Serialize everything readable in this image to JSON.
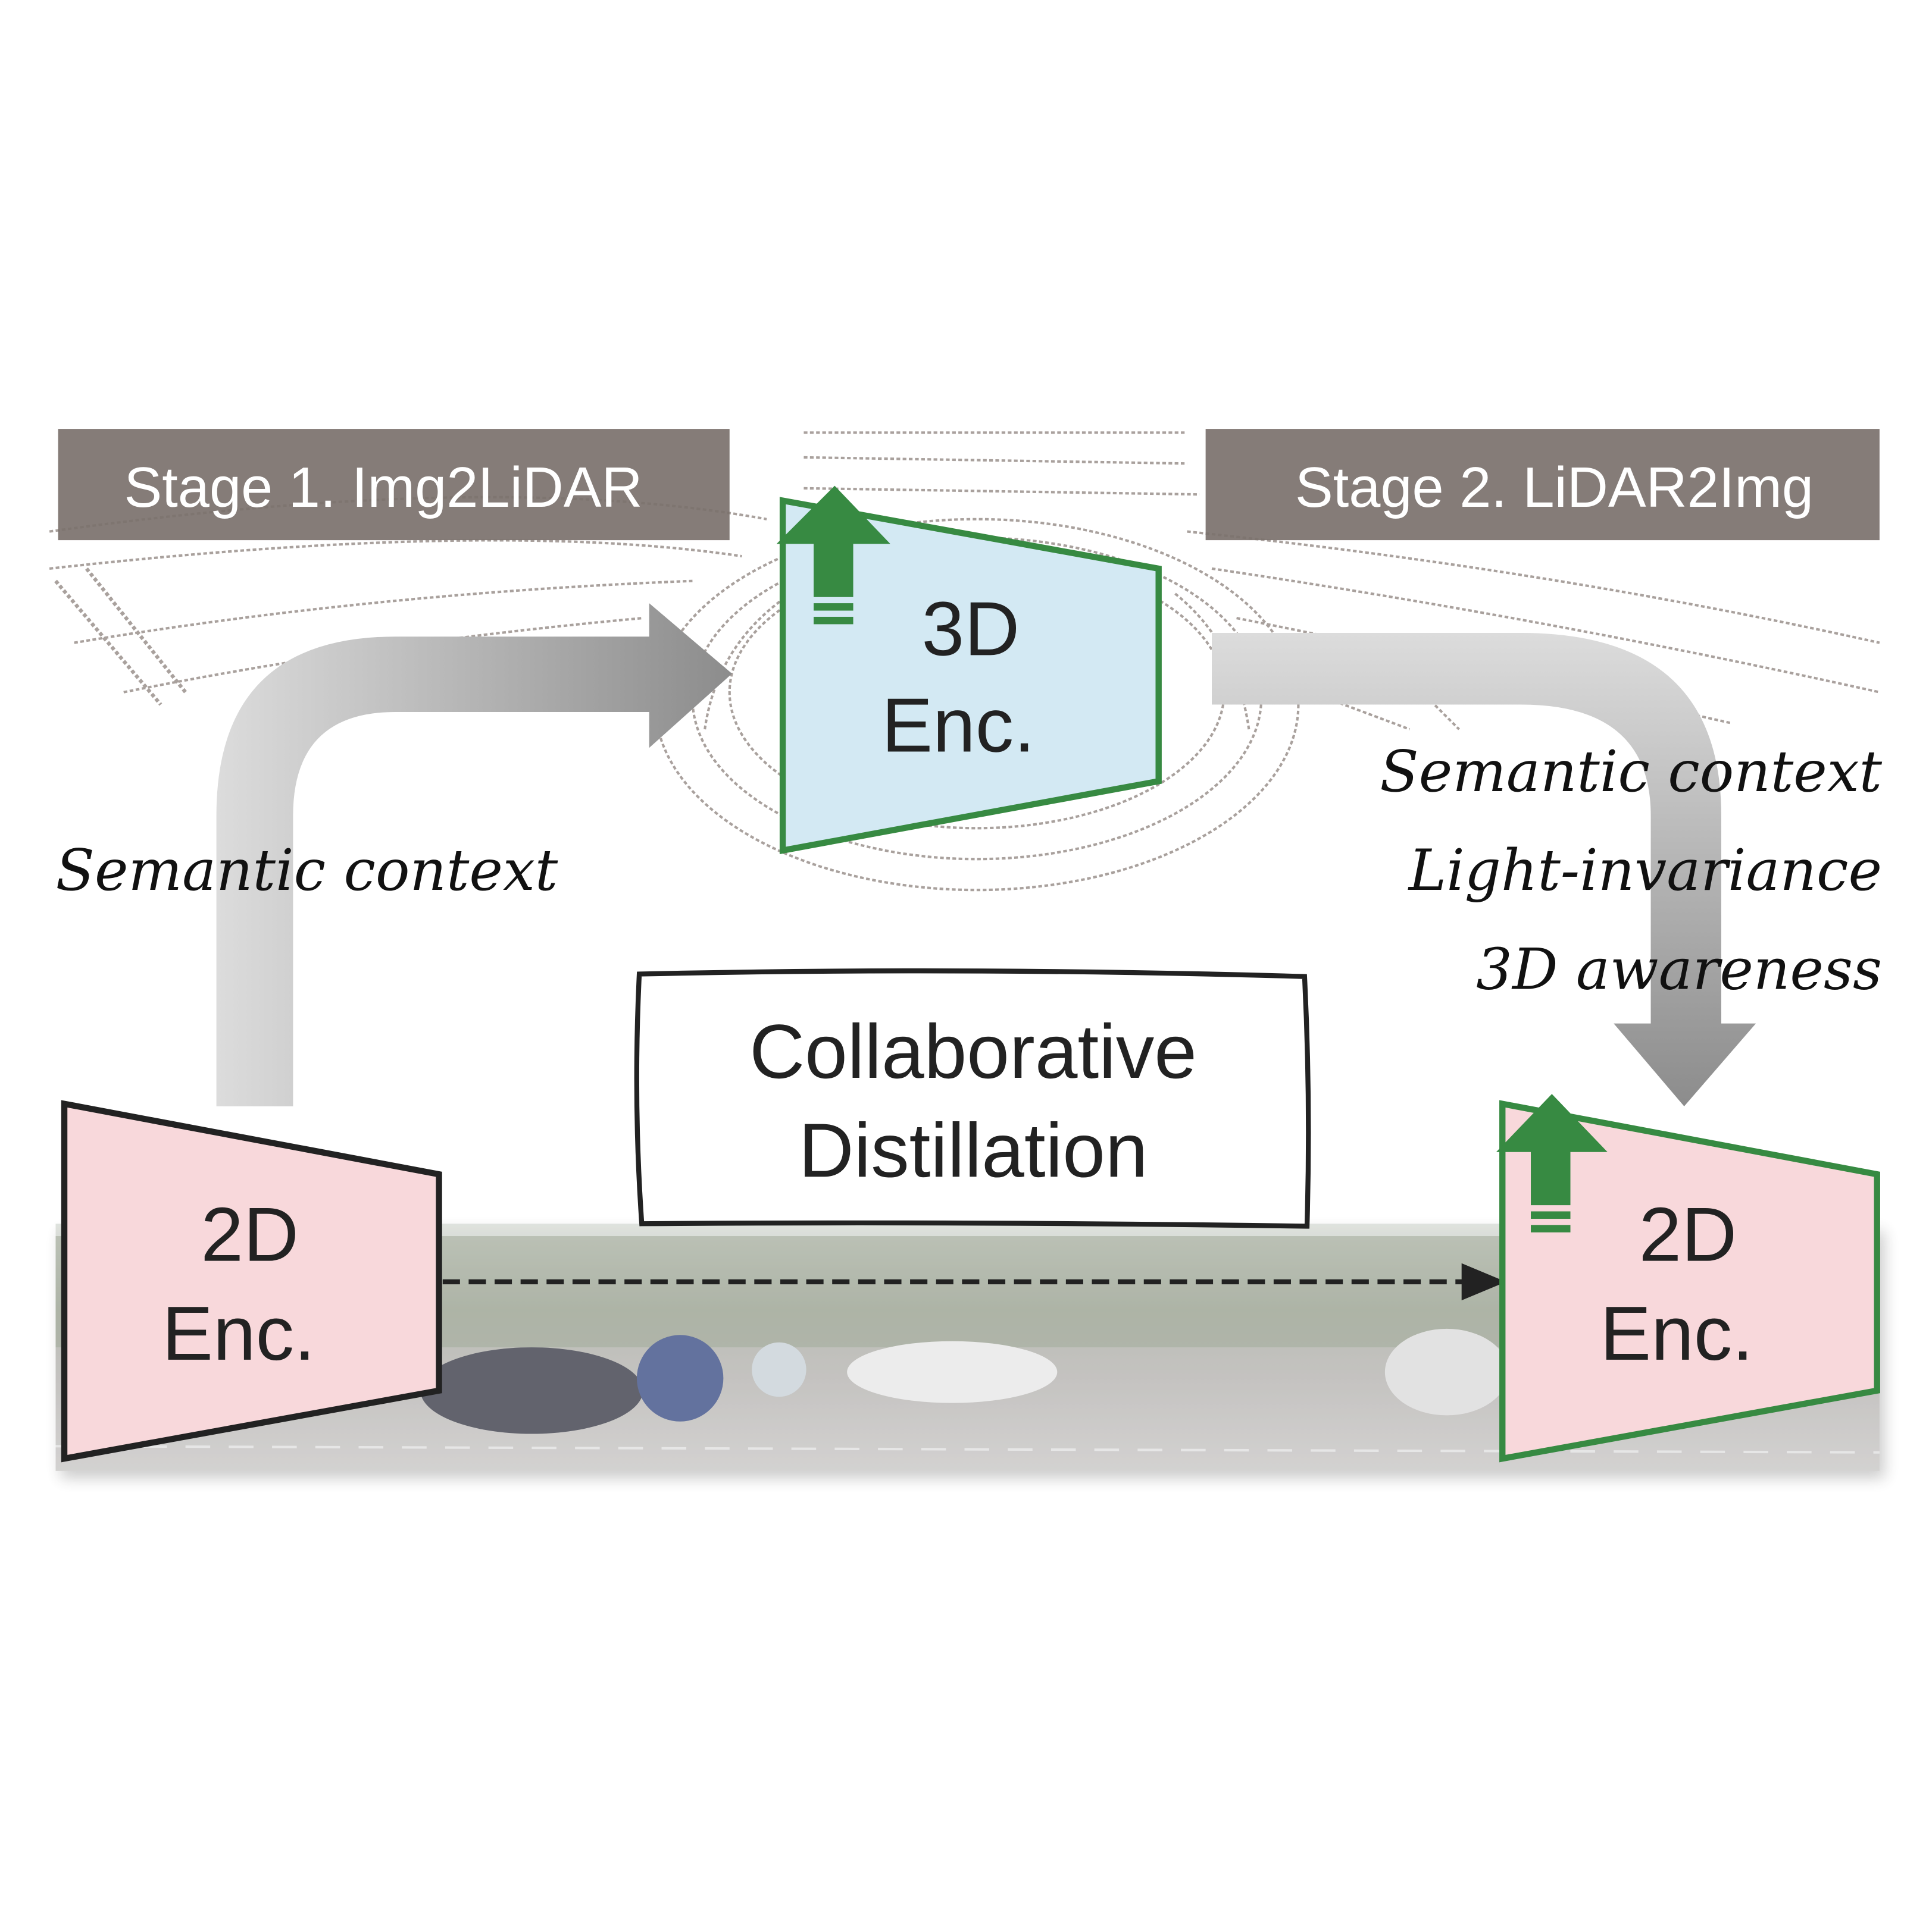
{
  "stage1": {
    "label": "Stage 1. Img2LiDAR"
  },
  "stage2": {
    "label": "Stage 2. LiDAR2Img"
  },
  "enc3d": {
    "line1": "3D",
    "line2": "Enc."
  },
  "enc2d_left": {
    "line1": "2D",
    "line2": "Enc."
  },
  "enc2d_right": {
    "line1": "2D",
    "line2": "Enc."
  },
  "left_annotation": "Semantic context",
  "right_annotations": [
    "Semantic context",
    "Light-invariance",
    "3D awareness"
  ],
  "center_box": {
    "line1": "Collaborative",
    "line2": "Distillation"
  },
  "colors": {
    "stage_label_bg": "#7b716d",
    "enc3d_fill": "#d3e9f3",
    "enc2d_fill": "#f8d8db",
    "update_green": "#378a42",
    "flow_arrow_gray": "#8a8a8a"
  }
}
